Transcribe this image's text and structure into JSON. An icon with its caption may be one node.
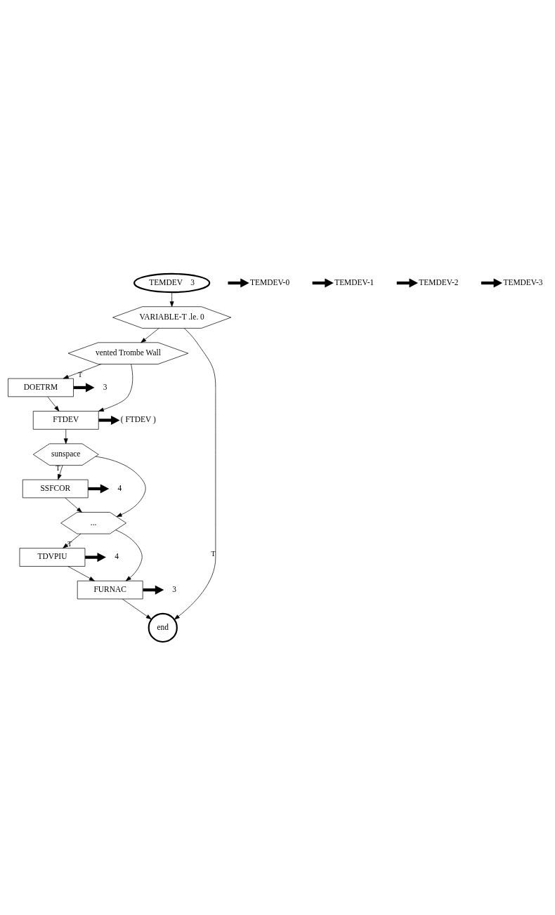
{
  "diagram": {
    "nodes": [
      {
        "text": [
          "TEMDEV    3"
        ]
      },
      {
        "text": [
          "VARIABLE-T .le. 0"
        ]
      },
      {
        "text": [
          "vented Trombe Wall"
        ]
      },
      {
        "text": [
          "DOETRM"
        ]
      },
      {
        "text": [
          "FTDEV"
        ]
      },
      {
        "text": [
          "sunspace"
        ]
      },
      {
        "text": [
          "SSFCOR"
        ]
      },
      {
        "text": [
          "..."
        ]
      },
      {
        "text": [
          "TDVPIU"
        ]
      },
      {
        "text": [
          "FURNAC"
        ]
      },
      {
        "text": [
          "end"
        ]
      },
      {
        "text": [
          "TEMDEV-0"
        ]
      },
      {
        "text": [
          "3"
        ]
      },
      {
        "text": [
          "( FTDEV )"
        ]
      },
      {
        "text": [
          "4"
        ]
      },
      {
        "text": [
          "TEMDEV-1"
        ]
      },
      {
        "text": [
          "4"
        ]
      },
      {
        "text": [
          "TEMDEV-2"
        ]
      },
      {
        "text": [
          "TEMDEV-3"
        ]
      },
      {
        "text": [
          "3"
        ]
      }
    ],
    "edges": [
      {
        "from": 0,
        "to": 1,
        "arrow": "to"
      },
      {
        "from": null,
        "to": 11,
        "arrow": "to",
        "style": "thick"
      },
      {
        "from": 1,
        "to": 10,
        "arrow": "to",
        "label": "T"
      },
      {
        "from": 1,
        "to": 2,
        "arrow": "to"
      },
      {
        "from": 2,
        "to": 3,
        "arrow": "to",
        "label": "T"
      },
      {
        "from": 3,
        "to": 12,
        "arrow": "to",
        "style": "thick"
      },
      {
        "from": 3,
        "to": 4,
        "arrow": "to"
      },
      {
        "from": 2,
        "to": 4,
        "arrow": "to"
      },
      {
        "from": 4,
        "to": 13,
        "arrow": "to",
        "style": "thick"
      },
      {
        "from": 4,
        "to": 5,
        "arrow": "to"
      },
      {
        "from": 5,
        "to": 6,
        "arrow": "to",
        "label": "T"
      },
      {
        "from": 6,
        "to": 14,
        "arrow": "to",
        "style": "thick"
      },
      {
        "from": 6,
        "to": 7,
        "arrow": "to"
      },
      {
        "from": 5,
        "to": 7,
        "arrow": "to"
      },
      {
        "from": null,
        "to": 15,
        "arrow": "to",
        "style": "thick"
      },
      {
        "from": 7,
        "to": 8,
        "arrow": "to",
        "label": "T"
      },
      {
        "from": 8,
        "to": 16,
        "arrow": "to",
        "style": "thick"
      },
      {
        "from": 8,
        "to": 9,
        "arrow": "to"
      },
      {
        "from": 7,
        "to": 9,
        "arrow": "to"
      },
      {
        "from": null,
        "to": 17,
        "arrow": "to",
        "style": "thick"
      },
      {
        "from": null,
        "to": 18,
        "arrow": "to",
        "style": "thick"
      },
      {
        "from": 9,
        "to": 19,
        "arrow": "to",
        "style": "thick"
      },
      {
        "from": 9,
        "to": 10,
        "arrow": "to"
      }
    ]
  }
}
